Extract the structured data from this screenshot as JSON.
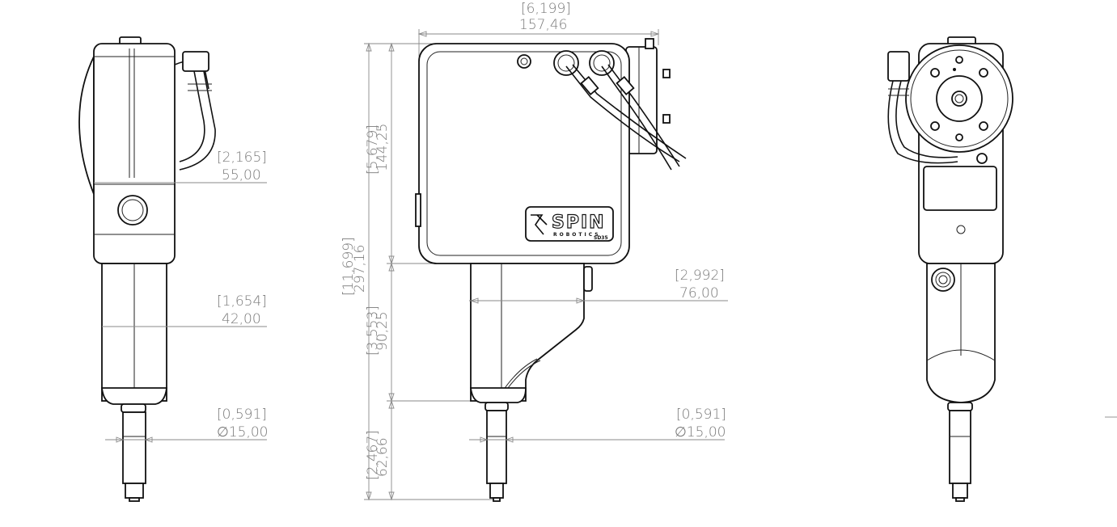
{
  "views": {
    "side": {
      "width_in": "[2,165]",
      "width_mm": "55,00",
      "lower_in": "[1,654]",
      "lower_mm": "42,00",
      "tip_in": "[0,591]",
      "tip_mm": "∅15,00"
    },
    "front": {
      "top_in": "[6,199]",
      "top_mm": "157,46",
      "upper_h_in": "[5,679]",
      "upper_h_mm": "144,25",
      "total_h_in": "[11,699]",
      "total_h_mm": "297,16",
      "mid_h_in": "[3,553]",
      "mid_h_mm": "90,25",
      "tip_h_in": "[2,467]",
      "tip_h_mm": "62,66",
      "shaft_in": "[2,992]",
      "shaft_mm": "76,00",
      "tip_in": "[0,591]",
      "tip_mm": "∅15,00"
    }
  },
  "logo": {
    "name": "SPIN",
    "sub": "ROBOTICS",
    "model": "SD35"
  }
}
